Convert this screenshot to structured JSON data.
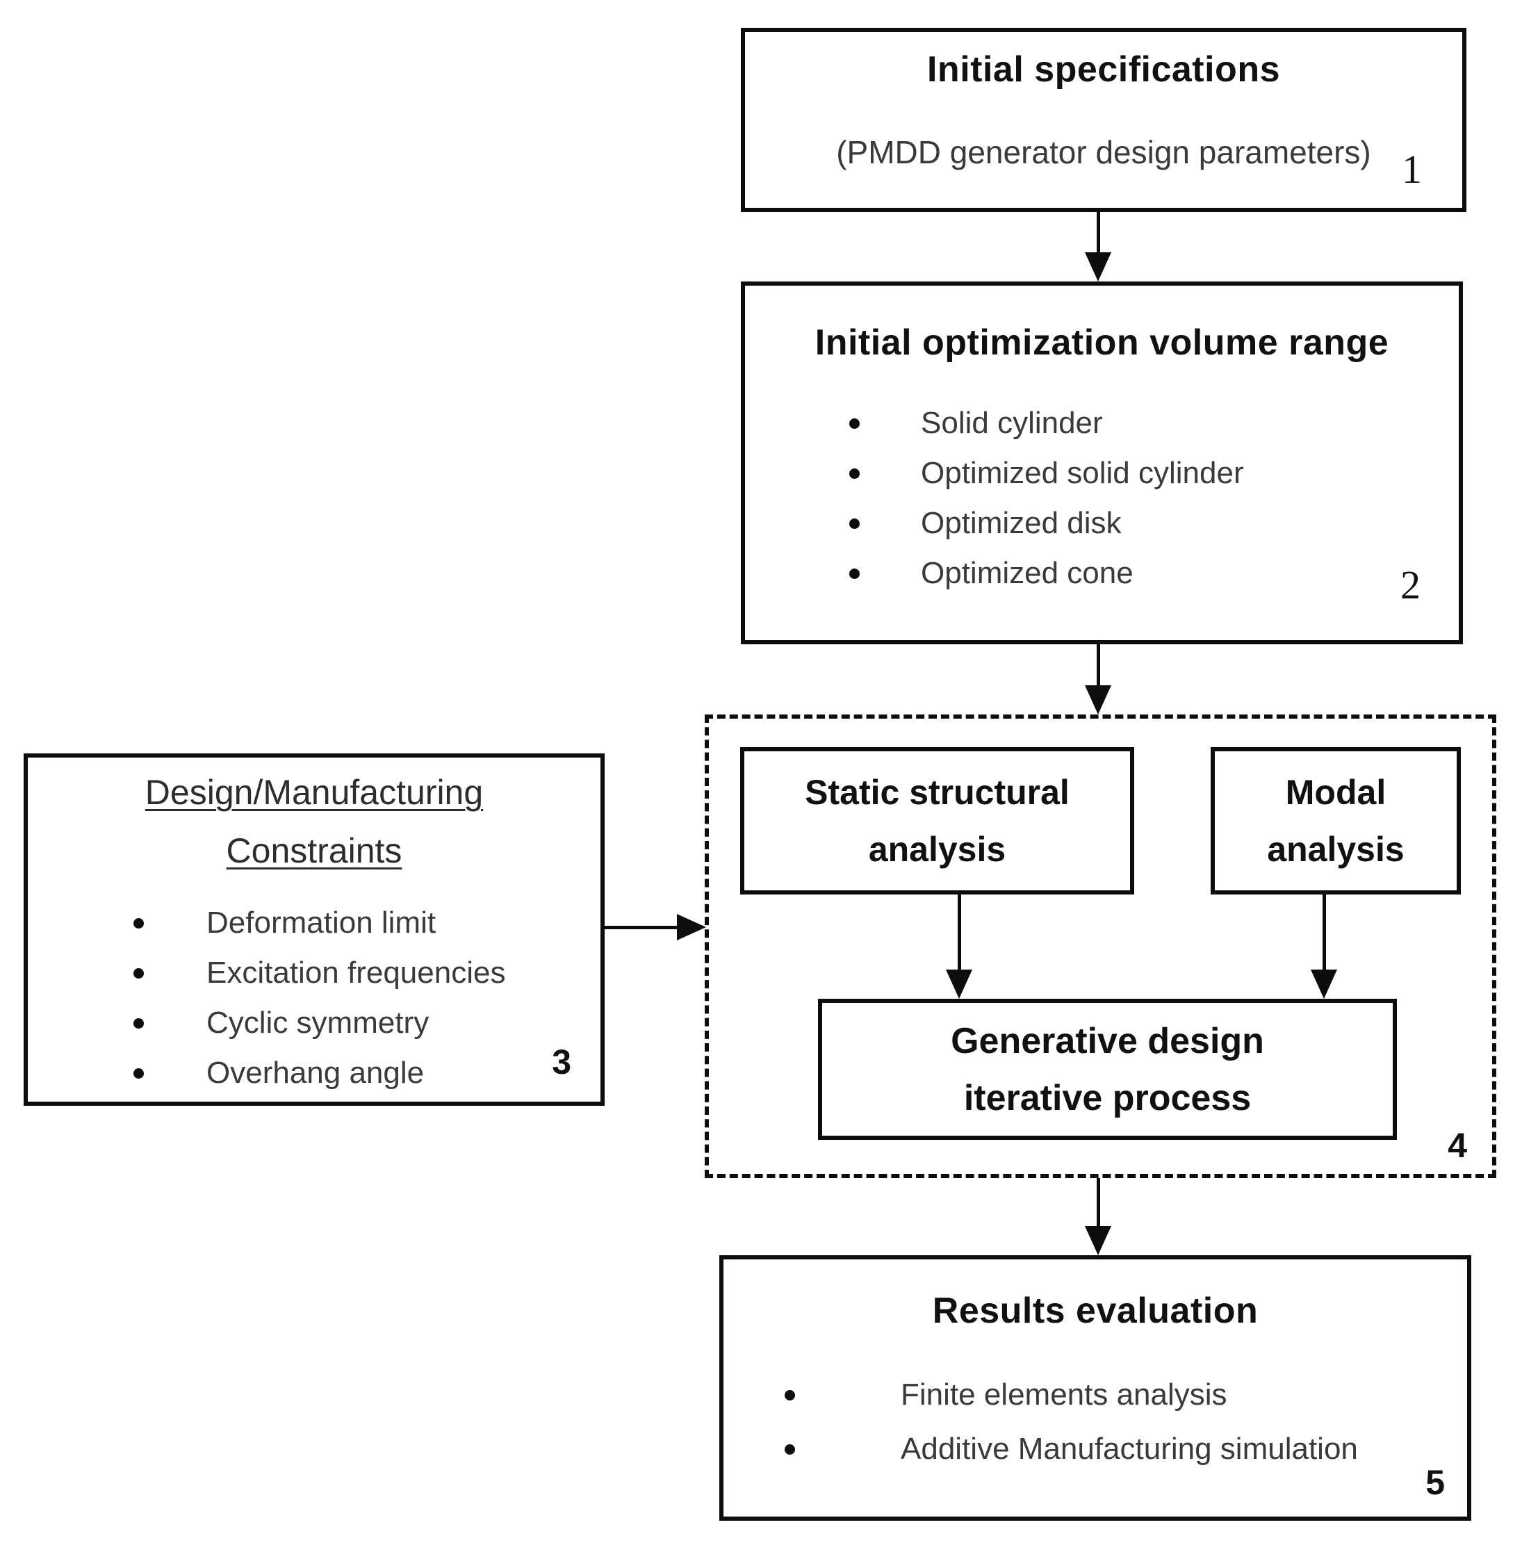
{
  "figure": {
    "background": "#ffffff",
    "line_color": "#0d0d0d",
    "title_color": "#111111",
    "body_color": "#3a3a3a"
  },
  "boxes": {
    "initial_specifications": {
      "title": "Initial specifications",
      "subtitle": "(PMDD generator design parameters)",
      "step_number": "1"
    },
    "optimization_volume_range": {
      "title": "Initial optimization volume range",
      "bullets": [
        "Solid cylinder",
        "Optimized solid cylinder",
        "Optimized disk",
        "Optimized cone"
      ],
      "step_number": "2"
    },
    "design_manufacturing_constraints": {
      "title_lines": [
        "Design/Manufacturing",
        "Constraints"
      ],
      "bullets": [
        "Deformation limit",
        "Excitation frequencies",
        "Cyclic symmetry",
        "Overhang angle"
      ],
      "step_number": "3"
    },
    "static_structural_analysis": {
      "title_lines": [
        "Static structural",
        "analysis"
      ]
    },
    "modal_analysis": {
      "title_lines": [
        "Modal",
        "analysis"
      ]
    },
    "generative_design": {
      "title_lines": [
        "Generative design",
        "iterative process"
      ],
      "group_step_number": "4"
    },
    "results_evaluation": {
      "title": "Results evaluation",
      "bullets": [
        "Finite elements analysis",
        "Additive Manufacturing simulation"
      ],
      "step_number": "5"
    }
  }
}
